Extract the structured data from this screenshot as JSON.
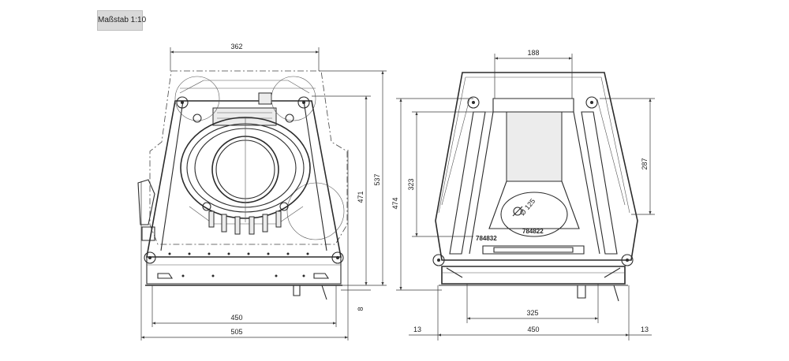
{
  "scale_label": "Maßstab 1:10",
  "left_view": {
    "dims": {
      "top_width": "362",
      "height_outer": "537",
      "height_inner": "471",
      "base_offset": "8",
      "base_width": "450",
      "overall_width": "505"
    }
  },
  "right_view": {
    "dims": {
      "top_width": "188",
      "height_outer": "474",
      "height_mid": "323",
      "height_right": "287",
      "flue_diameter": "Ø 125",
      "inner_width": "325",
      "base_width": "450",
      "side_left": "13",
      "side_right": "13"
    },
    "labels": {
      "part_a": "784822",
      "part_b": "784832"
    }
  }
}
